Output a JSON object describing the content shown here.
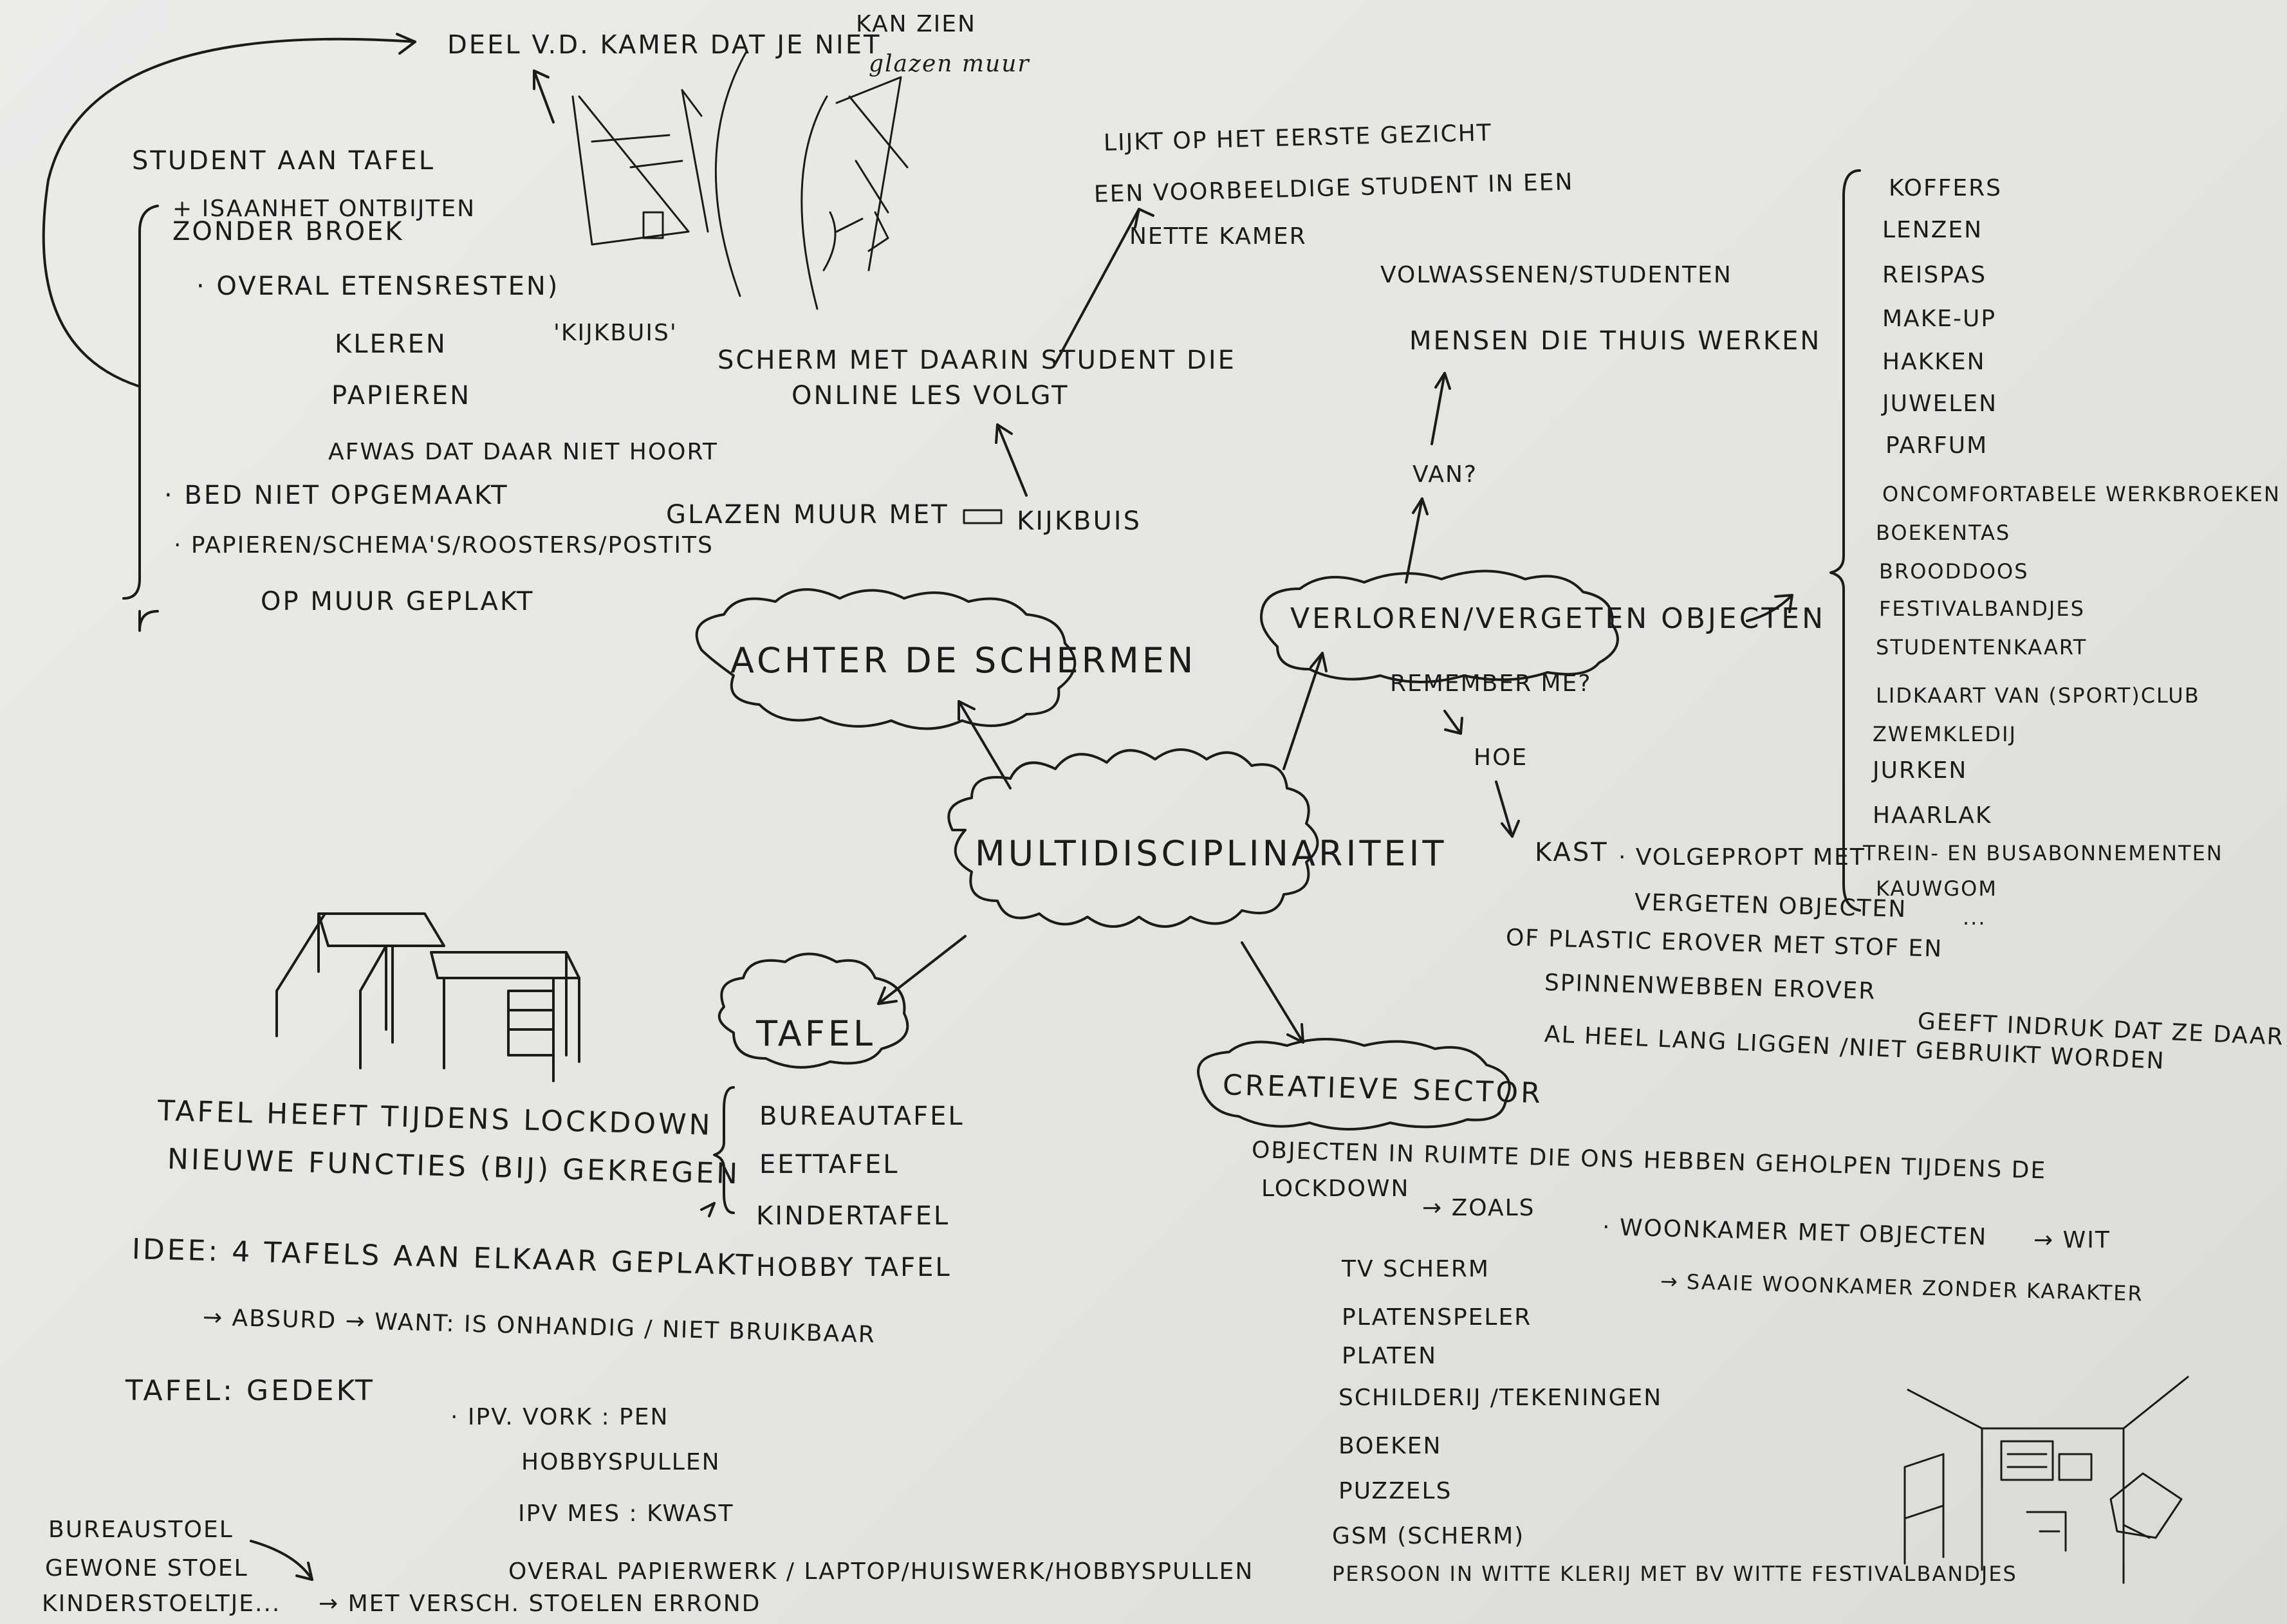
{
  "center": {
    "label": "MULTIDISCIPLINARITEIT"
  },
  "branch_screens": {
    "title": "ACHTER DE SCHERMEN",
    "top_label": "DEEL V.D. KAMER DAT JE NIET",
    "top_label2": "KAN ZIEN",
    "glass_wall": "glazen muur",
    "kijkbuis": "'KIJKBUIS'",
    "student_lines": [
      "STUDENT AAN TAFEL",
      "+ ISAANHET ONTBIJTEN",
      "ZONDER BROEK",
      "· OVERAL ETENSRESTEN)",
      "KLEREN",
      "PAPIEREN",
      "AFWAS DAT DAAR NIET HOORT",
      "· BED NIET OPGEMAAKT",
      "· PAPIEREN/SCHEMA'S/ROOSTERS/POSTITS",
      "OP MUUR GEPLAKT"
    ],
    "screen_text": [
      "SCHERM MET DAARIN STUDENT DIE",
      "ONLINE LES VOLGT"
    ],
    "first_glance": [
      "LIJKT OP HET EERSTE GEZICHT",
      "EEN VOORBEELDIGE STUDENT IN EEN",
      "NETTE KAMER"
    ],
    "glass_wall_caption": "GLAZEN MUUR MET",
    "glass_wall_caption2": "KIJKBUIS"
  },
  "branch_lost": {
    "title": "VERLOREN/VERGETEN OBJECTEN",
    "remember": "REMEMBER ME?",
    "van": "VAN?",
    "who": [
      "VOLWASSENEN/STUDENTEN",
      "MENSEN DIE THUIS WERKEN"
    ],
    "hoe": "HOE",
    "kast": "KAST",
    "kast_desc": [
      "· VOLGEPROPT MET",
      "VERGETEN OBJECTEN"
    ],
    "plastic": [
      "OF PLASTIC EROVER MET STOF EN",
      "SPINNENWEBBEN EROVER",
      "GEEFT INDRUK DAT ZE DAAR",
      "AL HEEL LANG LIGGEN /NIET GEBRUIKT WORDEN"
    ],
    "objects": [
      "KOFFERS",
      "LENZEN",
      "REISPAS",
      "MAKE-UP",
      "HAKKEN",
      "JUWELEN",
      "PARFUM",
      "ONCOMFORTABELE WERKBROEKEN",
      "BOEKENTAS",
      "BROODDOOS",
      "FESTIVALBANDJES",
      "STUDENTENKAART",
      "LIDKAART VAN (SPORT)CLUB",
      "ZWEMKLEDIJ",
      "JURKEN",
      "HAARLAK",
      "TREIN- EN BUSABONNEMENTEN",
      "KAUWGOM",
      "..."
    ]
  },
  "branch_table": {
    "title": "TAFEL",
    "types": [
      "BUREAUTAFEL",
      "EETTAFEL",
      "KINDERTAFEL",
      "HOBBY TAFEL"
    ],
    "lockdown": [
      "TAFEL HEEFT TIJDENS LOCKDOWN",
      "NIEUWE FUNCTIES (BIJ) GEKREGEN"
    ],
    "idea": "IDEE: 4 TAFELS AAN ELKAAR GEPLAKT",
    "absurd": "→ ABSURD → WANT: IS ONHANDIG / NIET BRUIKBAAR",
    "covered": "TAFEL: GEDEKT",
    "covered_items": [
      "· IPV. VORK : PEN",
      "HOBBYSPULLEN",
      "IPV MES : KWAST",
      "OVERAL PAPIERWERK / LAPTOP/HUISWERK/HOBBYSPULLEN"
    ],
    "chairs": [
      "BUREAUSTOEL",
      "GEWONE STOEL",
      "KINDERSTOELTJE..."
    ],
    "chairs_note": "→ MET VERSCH. STOELEN ERROND"
  },
  "branch_creative": {
    "title": "CREATIEVE SECTOR",
    "desc": [
      "OBJECTEN IN RUIMTE DIE ONS HEBBEN GEHOLPEN TIJDENS DE",
      "LOCKDOWN"
    ],
    "zoals": "→ ZOALS",
    "living": "· WOONKAMER MET OBJECTEN",
    "wit": "→ WIT",
    "boring": "→ SAAIE WOONKAMER ZONDER KARAKTER",
    "items": [
      "TV SCHERM",
      "PLATENSPELER",
      "PLATEN",
      "SCHILDERIJ /TEKENINGEN",
      "BOEKEN",
      "PUZZELS",
      "GSM (SCHERM)",
      "PERSOON IN WITTE KLERIJ MET BV WITTE FESTIVALBANDJES"
    ]
  }
}
